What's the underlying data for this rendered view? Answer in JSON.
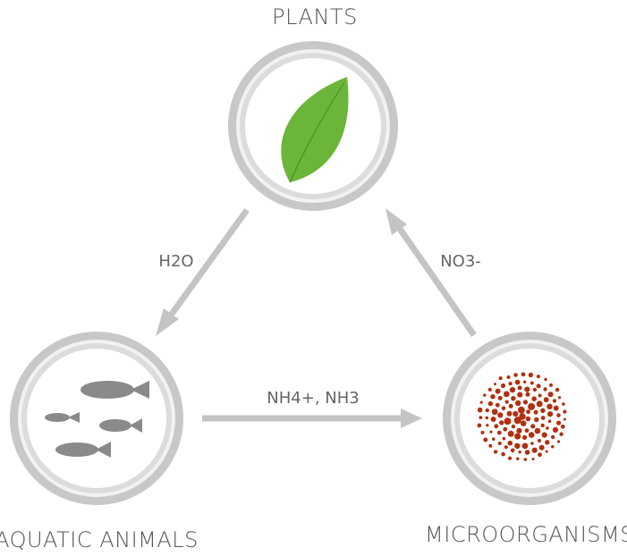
{
  "nodes": {
    "plants": {
      "label": "PLANTS",
      "icon": "leaf-icon",
      "icon_color": "#6ab53a"
    },
    "aquatic_animals": {
      "label": "AQUATIC ANIMALS",
      "icon": "fish-icon",
      "icon_color": "#8a8a8a"
    },
    "microorganisms": {
      "label": "MICROORGANISMS",
      "icon": "microbe-cluster-icon",
      "icon_color": "#b0300f"
    }
  },
  "edges": {
    "plants_to_animals": {
      "label": "H2O"
    },
    "animals_to_microorganisms": {
      "label": "NH4+, NH3"
    },
    "microorganisms_to_plants": {
      "label": "NO3-"
    }
  },
  "colors": {
    "ring": "#c8c8c8",
    "arrow": "#c4c4c4",
    "text": "#555555"
  }
}
